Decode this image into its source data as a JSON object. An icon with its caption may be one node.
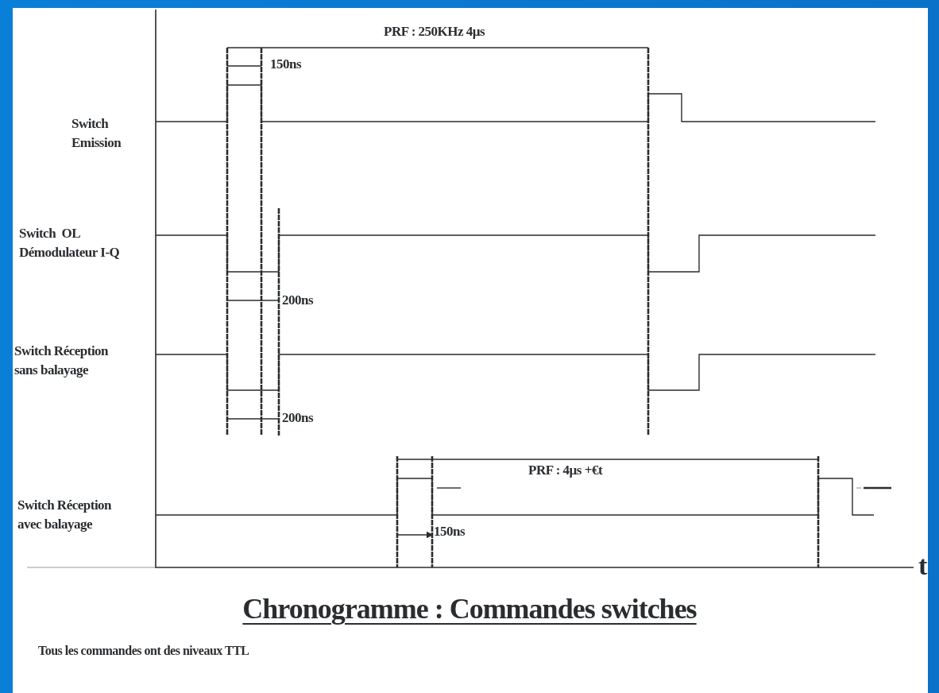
{
  "diagram": {
    "title": "Chronogramme :  Commandes switches",
    "labels": [
      "PRF : 250KHz  4µs",
      "150ns",
      "Switch Emission",
      "Switch  OL Démodulateur I-Q",
      "200ns",
      "Switch Réception sans balayage",
      "200ns",
      "PRF : 4µs +€t",
      "Switch Réception avec balayage",
      "150ns",
      "t",
      "Tous les commandes ont des niveaux TTL"
    ]
  }
}
